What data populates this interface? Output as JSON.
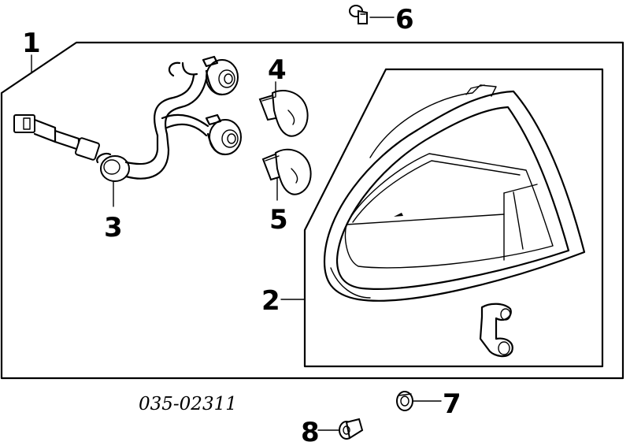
{
  "diagram": {
    "part_number": "035-02311",
    "callouts": [
      {
        "id": "1",
        "label": "1"
      },
      {
        "id": "2",
        "label": "2"
      },
      {
        "id": "3",
        "label": "3"
      },
      {
        "id": "4",
        "label": "4"
      },
      {
        "id": "5",
        "label": "5"
      },
      {
        "id": "6",
        "label": "6"
      },
      {
        "id": "7",
        "label": "7"
      },
      {
        "id": "8",
        "label": "8"
      }
    ]
  }
}
